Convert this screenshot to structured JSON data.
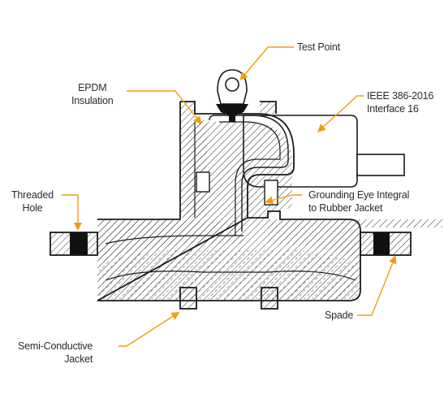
{
  "diagram": {
    "labels": {
      "test_point": "Test Point",
      "epdm_insulation": "EPDM\nInsulation",
      "ieee_interface": "IEEE 386-2016\nInterface 16",
      "threaded_hole": "Threaded\nHole",
      "grounding_eye": "Grounding Eye Integral\nto Rubber Jacket",
      "spade": "Spade",
      "semi_conductive_jacket": "Semi-Conductive\nJacket"
    },
    "colors": {
      "leader": "#f39c12",
      "outline": "#1a1a1a",
      "hatch": "#333333",
      "black_insert": "#111111",
      "text": "#2b2b2b"
    }
  }
}
